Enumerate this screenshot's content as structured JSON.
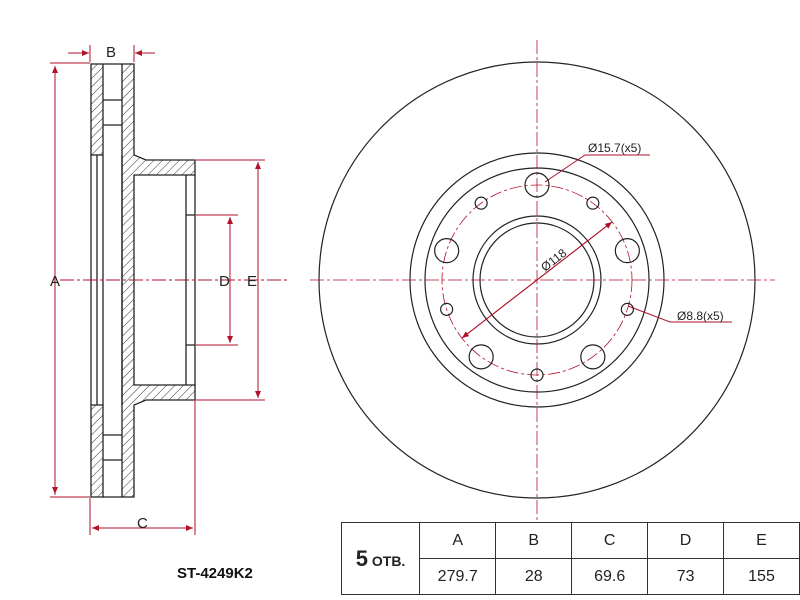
{
  "labels": {
    "A": "A",
    "B": "B",
    "C": "C",
    "D": "D",
    "E": "E",
    "hole_large": "Ø15.7(x5)",
    "hole_small": "Ø8.8(x5)",
    "center_bore": "Ø118"
  },
  "part_number": "ST-4249K2",
  "table": {
    "holes_count": "5",
    "holes_label": "ОТВ.",
    "headers": [
      "A",
      "B",
      "C",
      "D",
      "E"
    ],
    "values": [
      "279.7",
      "28",
      "69.6",
      "73",
      "155"
    ]
  },
  "colors": {
    "dimension": "#b0122a",
    "outline": "#222222"
  }
}
